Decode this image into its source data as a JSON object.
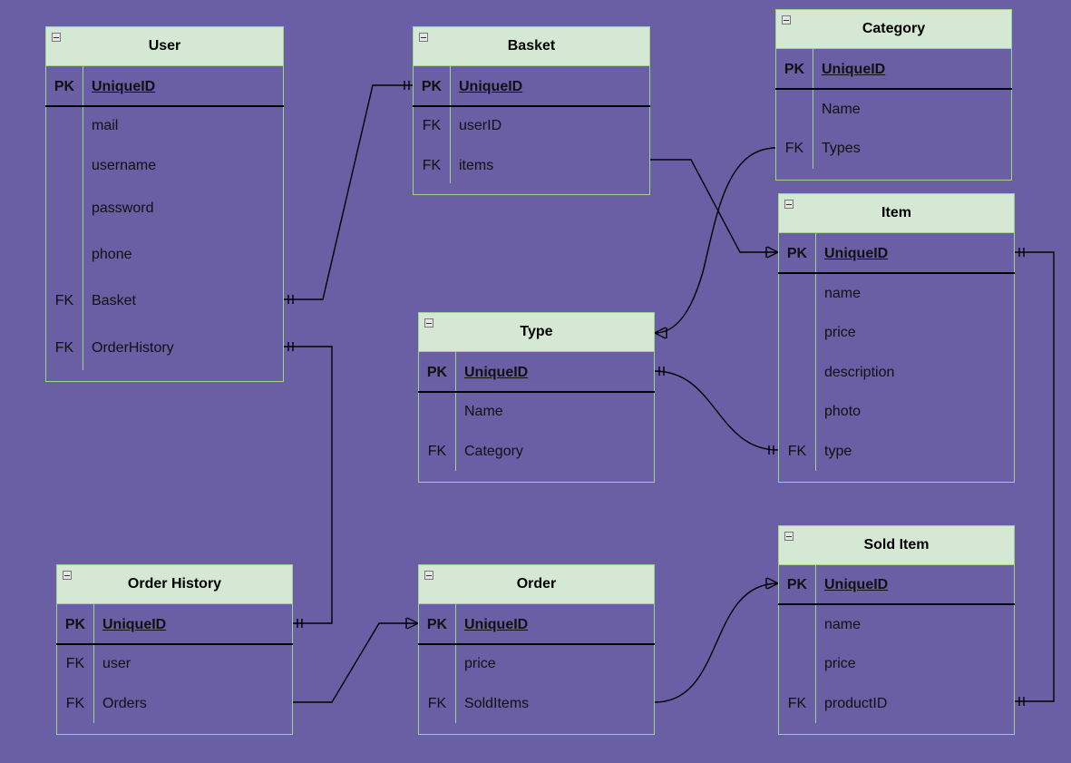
{
  "entities": {
    "user": {
      "title": "User",
      "pk": {
        "key": "PK",
        "name": "UniqueID"
      },
      "fields": [
        {
          "key": "",
          "name": "mail"
        },
        {
          "key": "",
          "name": "username"
        },
        {
          "key": "",
          "name": "password"
        },
        {
          "key": "",
          "name": "phone"
        },
        {
          "key": "FK",
          "name": "Basket"
        },
        {
          "key": "FK",
          "name": "OrderHistory"
        }
      ]
    },
    "basket": {
      "title": "Basket",
      "pk": {
        "key": "PK",
        "name": "UniqueID"
      },
      "fields": [
        {
          "key": "FK",
          "name": "userID"
        },
        {
          "key": "FK",
          "name": "items"
        }
      ]
    },
    "category": {
      "title": "Category",
      "pk": {
        "key": "PK",
        "name": "UniqueID"
      },
      "fields": [
        {
          "key": "",
          "name": "Name"
        },
        {
          "key": "FK",
          "name": "Types"
        }
      ]
    },
    "item": {
      "title": "Item",
      "pk": {
        "key": "PK",
        "name": "UniqueID"
      },
      "fields": [
        {
          "key": "",
          "name": "name"
        },
        {
          "key": "",
          "name": "price"
        },
        {
          "key": "",
          "name": "description"
        },
        {
          "key": "",
          "name": "photo"
        },
        {
          "key": "FK",
          "name": "type"
        }
      ]
    },
    "type": {
      "title": "Type",
      "pk": {
        "key": "PK",
        "name": "UniqueID"
      },
      "fields": [
        {
          "key": "",
          "name": "Name"
        },
        {
          "key": "FK",
          "name": "Category"
        }
      ]
    },
    "order_history": {
      "title": "Order History",
      "pk": {
        "key": "PK",
        "name": "UniqueID"
      },
      "fields": [
        {
          "key": "FK",
          "name": "user"
        },
        {
          "key": "FK",
          "name": "Orders"
        }
      ]
    },
    "order": {
      "title": "Order",
      "pk": {
        "key": "PK",
        "name": "UniqueID"
      },
      "fields": [
        {
          "key": "",
          "name": "price"
        },
        {
          "key": "FK",
          "name": "SoldItems"
        }
      ]
    },
    "sold_item": {
      "title": "Sold Item",
      "pk": {
        "key": "PK",
        "name": "UniqueID"
      },
      "fields": [
        {
          "key": "",
          "name": "name"
        },
        {
          "key": "",
          "name": "price"
        },
        {
          "key": "FK",
          "name": "productID"
        }
      ]
    }
  },
  "relationships": [
    {
      "from": "User.Basket",
      "to": "Basket.UniqueID",
      "from_end": "one-mandatory",
      "to_end": "one-mandatory"
    },
    {
      "from": "User.OrderHistory",
      "to": "Order History.UniqueID",
      "from_end": "one-mandatory",
      "to_end": "one-mandatory"
    },
    {
      "from": "Basket.items",
      "to": "Item.UniqueID",
      "from_end": "none",
      "to_end": "one-or-many"
    },
    {
      "from": "Category.Types",
      "to": "Type",
      "from_end": "none",
      "to_end": "one-or-many"
    },
    {
      "from": "Type.UniqueID",
      "to": "Item.type",
      "from_end": "one-mandatory",
      "to_end": "one-mandatory"
    },
    {
      "from": "Item.UniqueID",
      "to": "Sold Item.productID",
      "from_end": "one-mandatory",
      "to_end": "one-mandatory"
    },
    {
      "from": "Order History.Orders",
      "to": "Order.UniqueID",
      "from_end": "none",
      "to_end": "one-or-many"
    },
    {
      "from": "Order.SoldItems",
      "to": "Sold Item.UniqueID",
      "from_end": "none",
      "to_end": "one-or-many"
    }
  ],
  "colors": {
    "background": "#6a5ea4",
    "header_fill": "#d5e8d4",
    "border": "#9ed58d",
    "line": "#000000"
  }
}
